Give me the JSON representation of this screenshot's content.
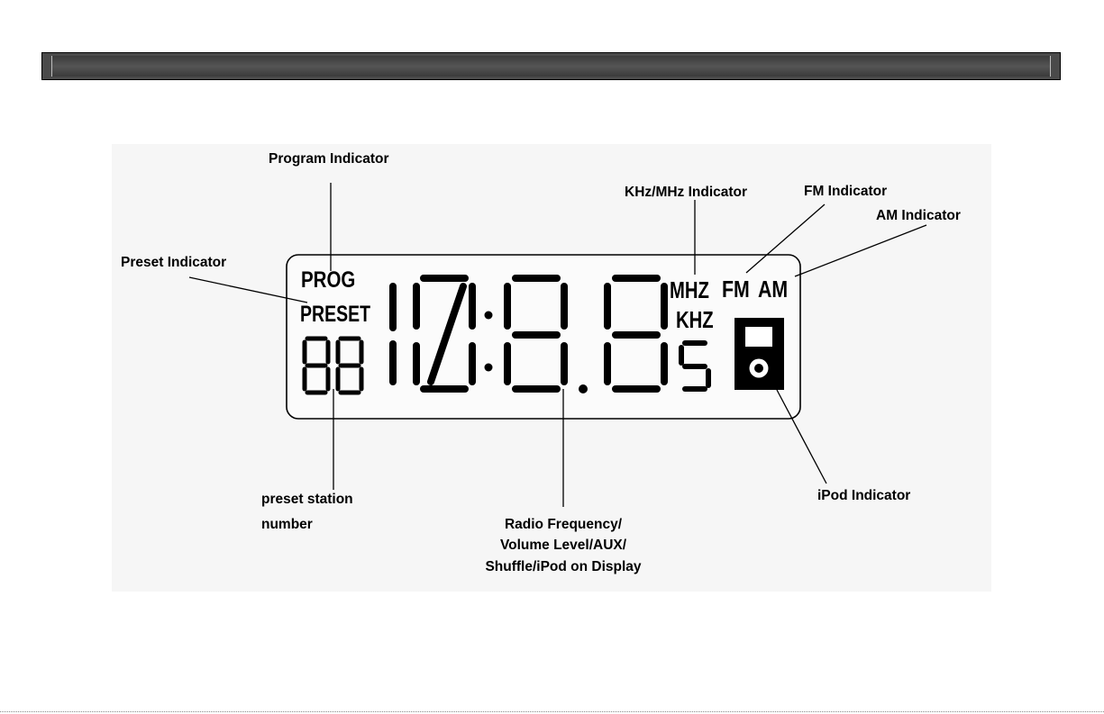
{
  "labels": {
    "program_indicator": "Program Indicator",
    "preset_indicator": "Preset Indicator",
    "khz_mhz_indicator": "KHz/MHz Indicator",
    "fm_indicator": "FM Indicator",
    "am_indicator": "AM Indicator",
    "ipod_indicator": "iPod Indicator",
    "preset_station_number_line1": "preset station",
    "preset_station_number_line2": "number",
    "radio_frequency_line1": "Radio Frequency/",
    "radio_frequency_line2": "Volume Level/AUX/",
    "radio_frequency_line3": "Shuffle/iPod on Display"
  },
  "lcd": {
    "prog": "PROG",
    "preset": "PRESET",
    "preset_digits": "88",
    "mhz": "MHZ",
    "fm": "FM",
    "am": "AM",
    "khz": "KHZ",
    "s": "S"
  },
  "icons": {
    "ipod": "ipod-icon"
  },
  "colors": {
    "header_bar": "#4a4a4a",
    "figure_background": "#f6f6f6",
    "lcd_border": "#000000"
  }
}
